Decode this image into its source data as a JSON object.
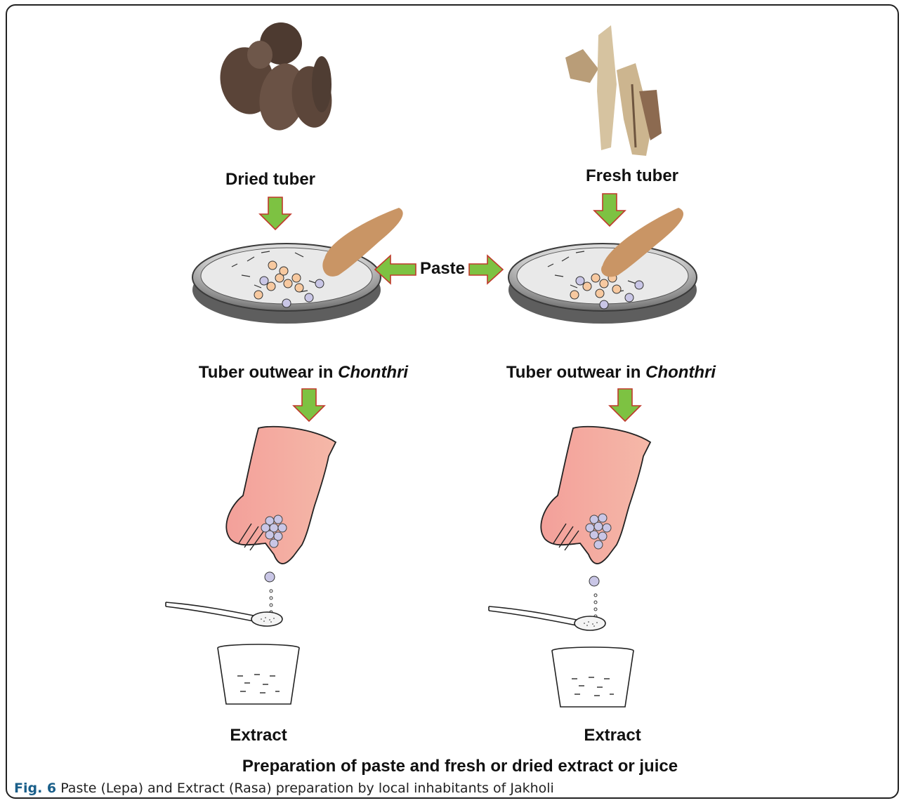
{
  "labels": {
    "dried_tuber": "Dried tuber",
    "fresh_tuber": "Fresh tuber",
    "paste": "Paste",
    "outwear_prefix": "Tuber outwear in ",
    "outwear_place": "Chonthri",
    "extract": "Extract",
    "diagram_title": "Preparation of paste and fresh or dried extract or juice"
  },
  "caption": {
    "fig_label": "Fig. 6",
    "text": " Paste (Lepa) and Extract (Rasa) preparation by local inhabitants of Jakholi"
  },
  "colors": {
    "arrow_fill": "#7dc242",
    "arrow_stroke": "#c0392b",
    "pestle": "#c99565",
    "hand": "#f2a39c",
    "tuber_dried": "#5a4438",
    "tuber_fresh": "#c8b08a",
    "caption_accent": "#1a5f8a"
  },
  "icons": [
    "dried-tuber-image",
    "fresh-tuber-image",
    "mortar-pestle",
    "hand-squeezing",
    "spoon",
    "glass-extract",
    "down-arrow",
    "double-arrow"
  ]
}
